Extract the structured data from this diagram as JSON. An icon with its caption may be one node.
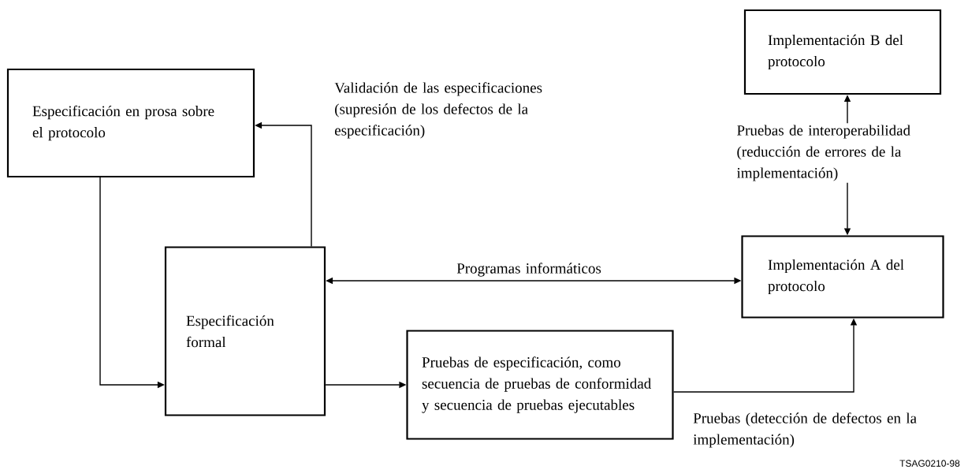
{
  "diagram": {
    "nodes": [
      {
        "text": [
          "Especificación en prosa sobre el protocolo"
        ]
      },
      {
        "text": [
          "Especificación formal"
        ]
      },
      {
        "text": [
          "Pruebas de especificación, como secuencia de pruebas de conformidad y secuencia de pruebas ejecutables"
        ]
      },
      {
        "text": [
          "Implementación A del protocolo"
        ]
      },
      {
        "text": [
          "Implementación B del protocolo"
        ]
      },
      {
        "text": [
          "Pruebas de interoperabilidad (reducción de errores de la implementación)"
        ]
      }
    ],
    "edges": [
      {
        "from": 0,
        "to": 1,
        "arrow": "to"
      },
      {
        "from": 1,
        "to": 0,
        "arrow": "to",
        "label": "Validación de las especificaciones (supresión de los defectos de la especificación)"
      },
      {
        "from": 1,
        "to": 3,
        "arrow": "both",
        "label": "Programas informáticos"
      },
      {
        "from": 1,
        "to": 2,
        "arrow": "to"
      },
      {
        "from": 2,
        "to": 3,
        "arrow": "to",
        "label": "Pruebas (detección de defectos en la implementación)"
      },
      {
        "from": 5,
        "to": 4,
        "arrow": "to"
      },
      {
        "from": 5,
        "to": 3,
        "arrow": "to"
      }
    ],
    "labels": [
      "TSAG0210-98"
    ]
  }
}
